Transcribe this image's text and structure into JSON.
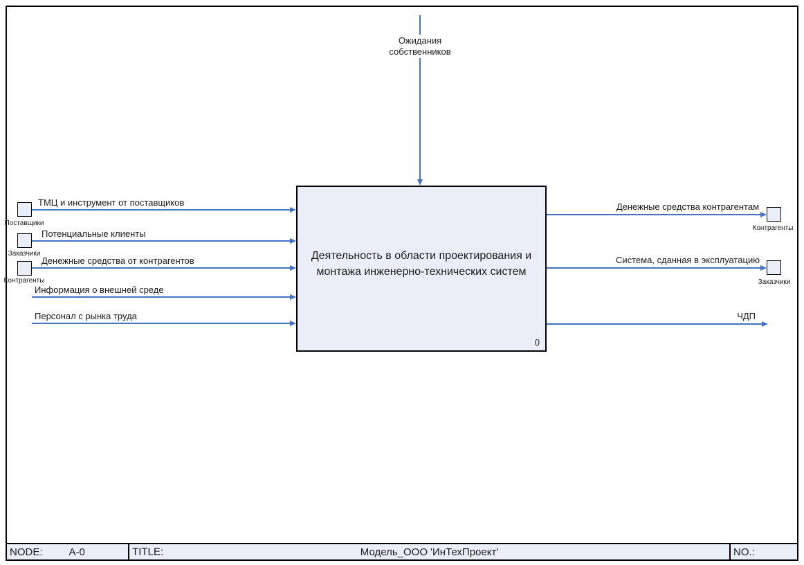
{
  "colors": {
    "arrow": "#4472c4",
    "shape_fill": "#e9eef8",
    "border": "#000000"
  },
  "control_arrow": {
    "label": "Ожидания собственников"
  },
  "activity_box": {
    "title": "Деятельность в области проектирования и монтажа инженерно-технических систем",
    "node_number": "0"
  },
  "inputs": [
    {
      "label": "ТМЦ и инструмент от поставщиков",
      "entity": "Поставщики"
    },
    {
      "label": "Потенциальные клиенты",
      "entity": "Заказчики"
    },
    {
      "label": "Денежные средства от контрагентов",
      "entity": "Контрагенты"
    },
    {
      "label": "Информация о внешней среде"
    },
    {
      "label": "Персонал с рынка труда"
    }
  ],
  "outputs": [
    {
      "label": "Денежные средства контрагентам",
      "entity": "Контрагенты"
    },
    {
      "label": "Система, сданная в эксплуатацию",
      "entity": "Заказчики"
    },
    {
      "label": "ЧДП"
    }
  ],
  "footer": {
    "node_label": "NODE:",
    "node_value": "A-0",
    "title_label": "TITLE:",
    "title_value": "Модель_ООО 'ИнТехПроект'",
    "no_label": "NO.:"
  }
}
